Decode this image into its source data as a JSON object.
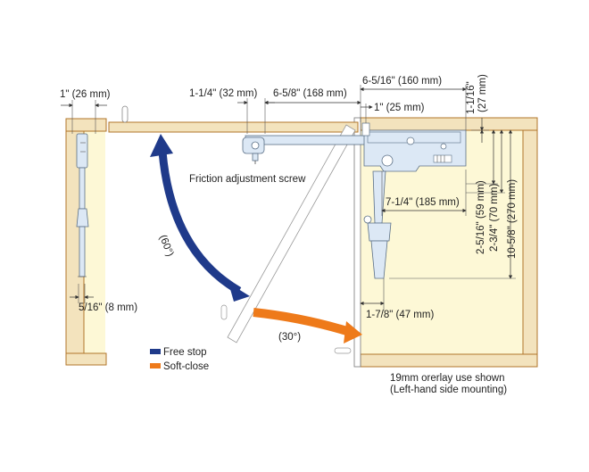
{
  "dimensions": {
    "side_width": "1\" (26 mm)",
    "side_offset": "5/16\" (8 mm)",
    "screw_offset": "1-1/4\" (32 mm)",
    "screw_to_mount": "6-5/8\" (168 mm)",
    "mount_length": "6-5/16\" (160 mm)",
    "mount_offset": "1\" (25 mm)",
    "top_height": "1-1/16\"",
    "top_height_mm": "(27 mm)",
    "h_59": "2-5/16\" (59 mm)",
    "h_70": "2-3/4\" (70 mm)",
    "h_270": "10-5/8\" (270 mm)",
    "arm_length": "7-1/4\" (185 mm)",
    "arm_offset": "1-7/8\" (47 mm)"
  },
  "labels": {
    "friction_screw": "Friction adjustment screw",
    "angle_free": "(60°)",
    "angle_soft": "(30°)",
    "note_line1": "19mm orerlay use shown",
    "note_line2": "(Left-hand side mounting)"
  },
  "legend": [
    {
      "label": "Free stop",
      "color": "#1f3a8a"
    },
    {
      "label": "Soft-close",
      "color": "#ee7a1a"
    }
  ],
  "colors": {
    "wood": "#f3e3bd",
    "wood_edge": "#b0762a",
    "cabinet_inner": "#fdf8d6",
    "free_stop": "#1f3a8a",
    "soft_close": "#ee7a1a",
    "hardware": "#dce8f5",
    "hardware_edge": "#5a6f86"
  }
}
